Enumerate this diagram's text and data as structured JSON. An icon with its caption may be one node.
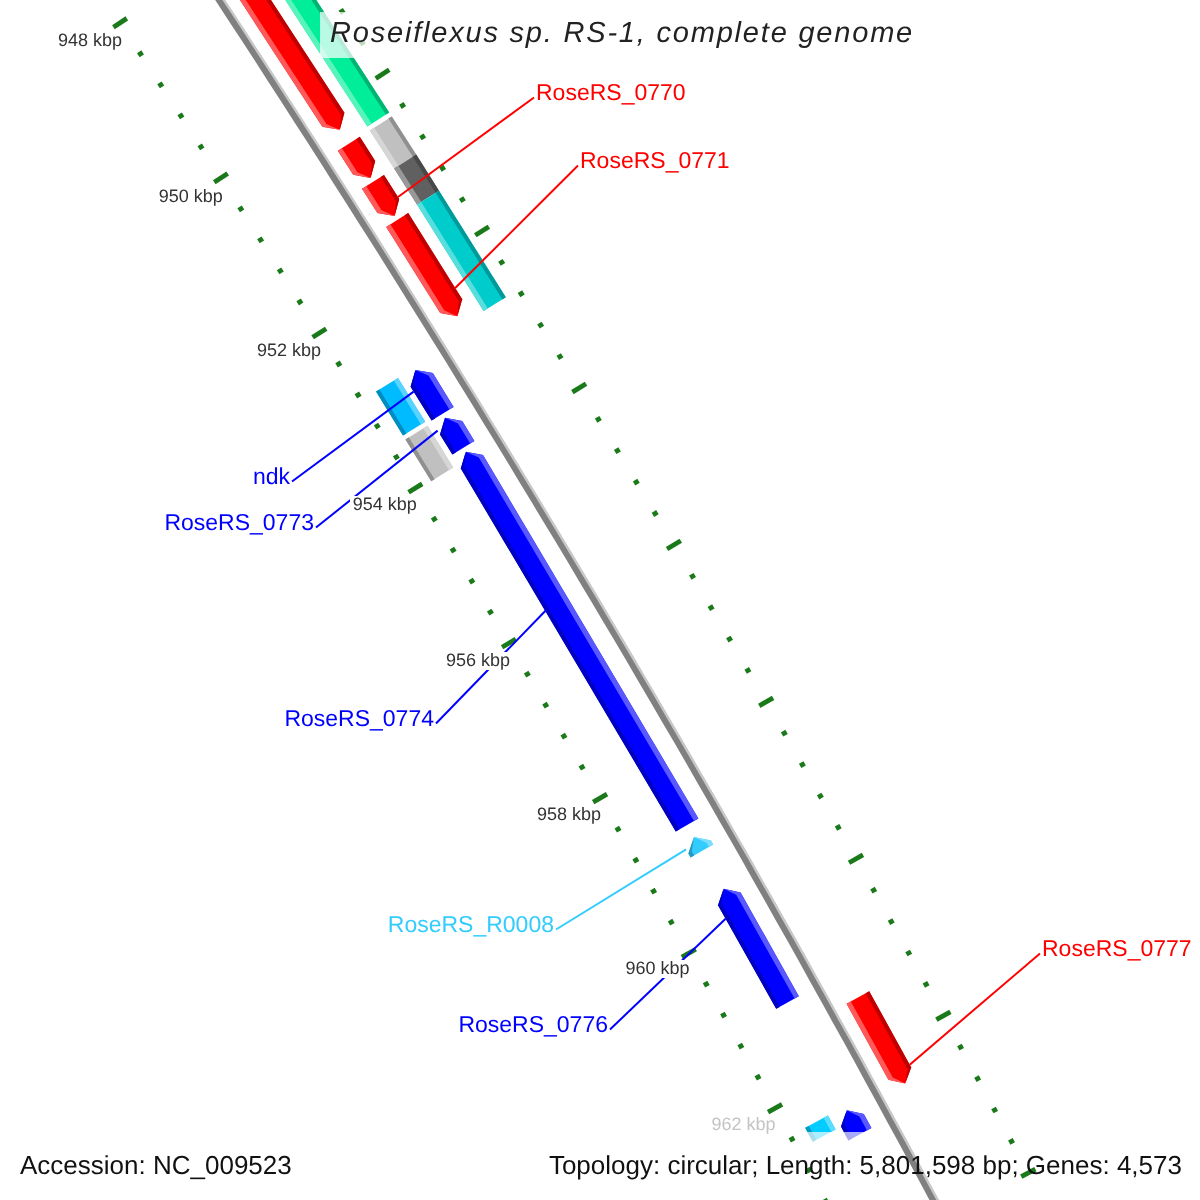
{
  "diagram": {
    "title": "Roseiflexus sp. RS-1, complete genome",
    "nodes": [
      {
        "text": [],
        "shape": "bar"
      },
      {
        "text": [],
        "shape": "bar"
      },
      {
        "text": [],
        "shape": "bar"
      },
      {
        "text": [],
        "shape": "bar"
      },
      {
        "text": [],
        "shape": "bar"
      },
      {
        "text": [],
        "shape": "bar"
      },
      {
        "text": [],
        "shape": "bar"
      },
      {
        "text": [],
        "shape": "bar"
      },
      {
        "text": [],
        "shape": "bar"
      },
      {
        "text": [],
        "shape": "bar"
      },
      {
        "text": [],
        "shape": "bar"
      },
      {
        "text": [],
        "shape": "bar"
      },
      {
        "text": [],
        "shape": "bar"
      },
      {
        "text": [],
        "shape": "bar"
      },
      {
        "text": [],
        "shape": "bar"
      },
      {
        "text": [],
        "shape": "bar"
      },
      {
        "text": [],
        "shape": "bar"
      },
      {
        "text": [],
        "shape": "bar"
      },
      {
        "text": [
          "RoseRS_0770"
        ]
      },
      {
        "text": [
          "RoseRS_0771"
        ]
      },
      {
        "text": [
          "ndk"
        ]
      },
      {
        "text": [
          "RoseRS_0773"
        ]
      },
      {
        "text": [
          "RoseRS_0774"
        ]
      },
      {
        "text": [
          "RoseRS_R0008"
        ]
      },
      {
        "text": [
          "RoseRS_0776"
        ]
      },
      {
        "text": [
          "RoseRS_0777"
        ]
      }
    ],
    "edges": [
      {
        "from": 18,
        "to": 4,
        "arrow": "none",
        "color": "#ff0000"
      },
      {
        "from": 19,
        "to": 6,
        "arrow": "none",
        "color": "#ff0000"
      },
      {
        "from": 20,
        "to": 8,
        "arrow": "none"
      },
      {
        "from": 21,
        "to": 10,
        "arrow": "none"
      },
      {
        "from": 22,
        "to": 12,
        "arrow": "none"
      },
      {
        "from": 23,
        "to": 13,
        "arrow": "none",
        "color": "#33ccff"
      },
      {
        "from": 24,
        "to": 14,
        "arrow": "none"
      },
      {
        "from": 25,
        "to": 15,
        "arrow": "none",
        "color": "#ff0000"
      }
    ],
    "labels": [
      "948 kbp",
      "950 kbp",
      "952 kbp",
      "954 kbp",
      "956 kbp",
      "958 kbp",
      "960 kbp",
      "962 kbp",
      "Accession: NC_009523",
      "Topology: circular; Length: 5,801,598 bp; Genes: 4,573"
    ]
  }
}
